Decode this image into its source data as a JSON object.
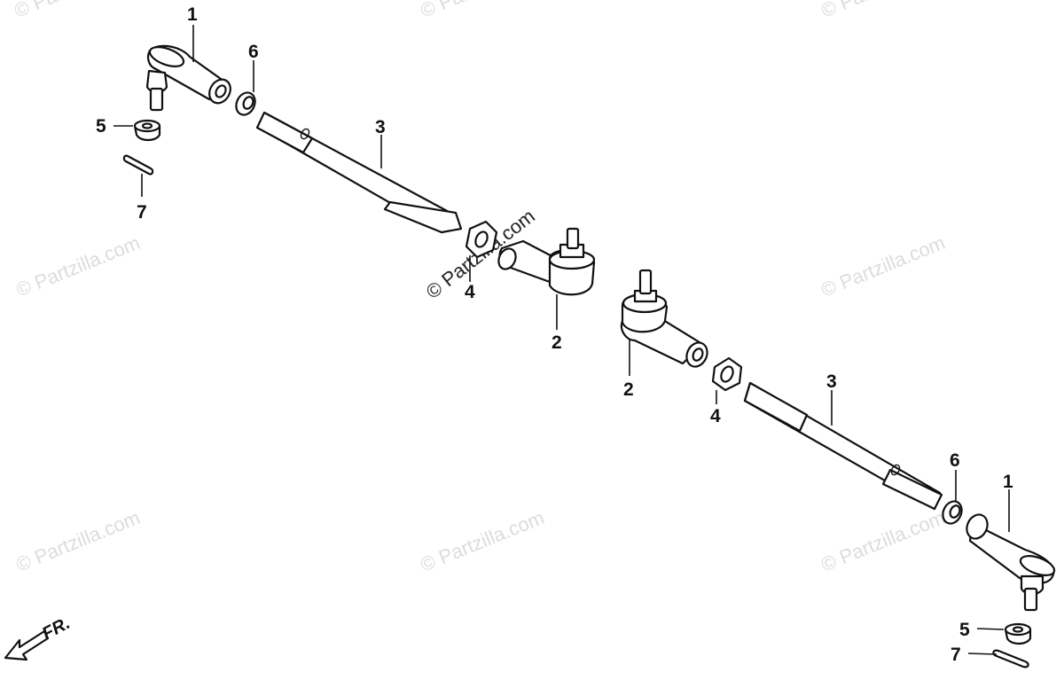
{
  "watermark": {
    "text": "© Partzilla.com"
  },
  "direction_indicator": {
    "label": "FR."
  },
  "callouts": {
    "left_tie_rod_end": "1",
    "right_tie_rod_end": "1",
    "left_inner_end": "2",
    "right_inner_end": "2",
    "left_rod": "3",
    "right_rod": "3",
    "left_lock_nut": "4",
    "right_lock_nut": "4",
    "left_castle_nut": "5",
    "right_castle_nut": "5",
    "left_washer": "6",
    "right_washer": "6",
    "left_cotter_pin": "7",
    "right_cotter_pin": "7"
  }
}
